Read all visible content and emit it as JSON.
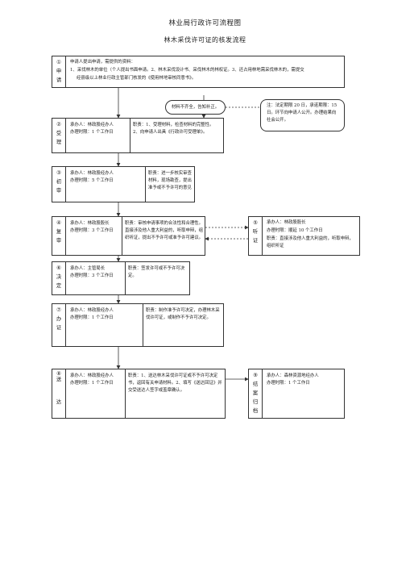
{
  "header": {
    "title": "林业局行政许可流程图",
    "subtitle": "林木采伐许可证的核发流程"
  },
  "apply": {
    "step": "①\n申\n请",
    "line1": "申请人提出申请，需提供的资料：",
    "line2": "1、采伐林木的单位（个人提出书面申请。2、林木采伐设计书、采伐林木的林权证。3、还占用林地需采伐林木的，需提交",
    "line3": "经县级以上林业行政主管部门核发的《使用林地审核同意书》。"
  },
  "supplement_note": "材料不齐全，告知补正。",
  "legal_note": "注：法定期限 20 日，承诺期限：15 日。环节向申请人公开。办理结果向社会公开。",
  "accept": {
    "step": "②\n受\n理",
    "left": "承办人：林政股经办人\n办理时限：1 个工作日",
    "right": "职责：1、受理材料，检查材料的完整性。2、向申请人出具《行政许可受理单》。"
  },
  "preliminary": {
    "step": "③\n初\n审",
    "left": "承办人：林政股经办人\n办理时限：5 个工作日",
    "right": "职责：进一步核实审查材料，现场勘查，提出准予或不予许可的意见"
  },
  "review": {
    "step": "④\n复\n审",
    "left": "承办人：林政股股长\n办理时限：3 个工作日",
    "right": "职责：审核申请事项的合法性和合理性。直接涉及他人重大利益的，听取申辩，组织听证，提出不予许可或准予许可建议。"
  },
  "hearing": {
    "step": "⑤\n听\n证",
    "line1": "承办人：林政股股长",
    "line2": "办理时限：顺延 10 个工作日",
    "line3": "职责：直接涉及他人重大利益的，听取申辩，组织听证"
  },
  "decision": {
    "step": "⑥\n决\n定",
    "left": "承办人：主管局长\n办理时限：3 个工作日",
    "right": "职责：签发许可或不予许可决定。"
  },
  "issue": {
    "step": "⑦\n办\n证",
    "left": "承办人：林政股经办人\n办理时限：1 个工作日",
    "right": "职责：制作准予许可决定，办理林木采伐许可证，或制作不予许可决定。"
  },
  "deliver": {
    "step": "⑧\n送\n\n\n\n达",
    "left": "承办人：林政股经办人\n办理时限：1 个工作日",
    "right": "职责：1、送达林木采伐许可证或不予许可决定书，返回有关申请材料。2、填写《送达回证》并交受送达人签字或盖章确认。"
  },
  "archive": {
    "step": "⑨\n结\n案\n归\n档",
    "text": "承办人：森林资源地经办人\n办理时限：1 个工作日"
  }
}
